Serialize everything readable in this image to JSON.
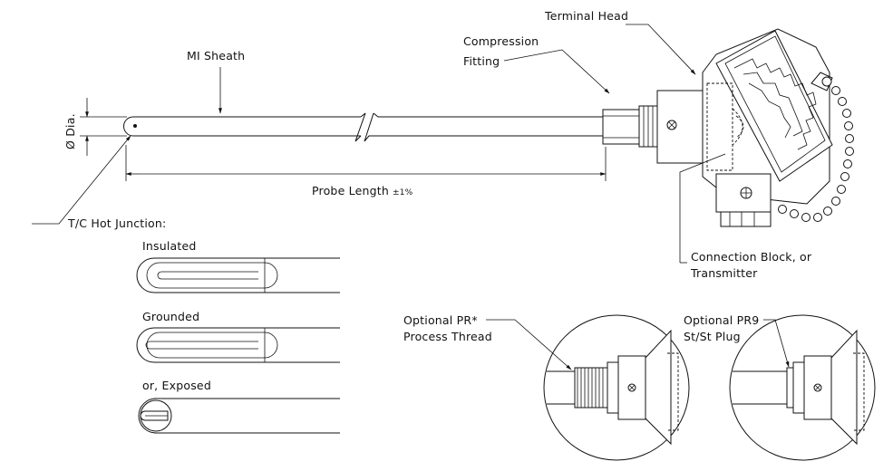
{
  "labels": {
    "terminal_head": "Terminal Head",
    "compression": "Compression",
    "fitting": "Fitting",
    "mi_sheath": "MI Sheath",
    "dia": "Ø Dia.",
    "probe_length": "Probe Length",
    "tolerance": "±1%",
    "hot_junction": "T/C Hot Junction:",
    "insulated": "Insulated",
    "grounded": "Grounded",
    "exposed": "or, Exposed",
    "connection_block_1": "Connection Block, or",
    "connection_block_2": "Transmitter",
    "pr_thread_1": "Optional PR*",
    "pr_thread_2": "Process Thread",
    "pr9_1": "Optional PR9",
    "pr9_2": "St/St Plug"
  }
}
